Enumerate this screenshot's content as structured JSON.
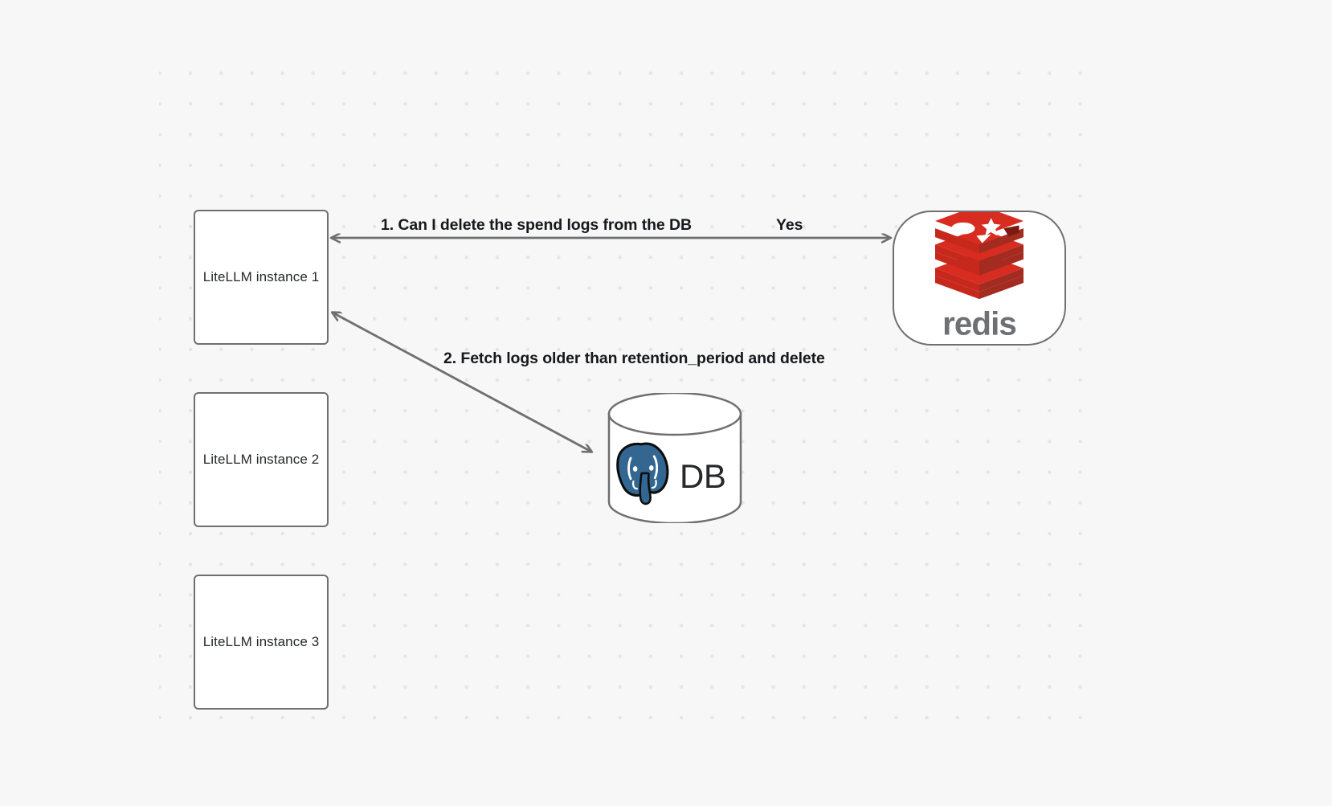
{
  "canvas": {
    "background_color": "#f7f7f8",
    "dot_color": "#e4e5e7",
    "stroke_color": "#6f6f6f"
  },
  "nodes": [
    {
      "id": "instance-1",
      "label": "LiteLLM instance 1",
      "type": "box"
    },
    {
      "id": "instance-2",
      "label": "LiteLLM instance 2",
      "type": "box"
    },
    {
      "id": "instance-3",
      "label": "LiteLLM instance 3",
      "type": "box"
    },
    {
      "id": "redis",
      "label": "redis",
      "type": "rounded-box",
      "logo": "redis-logo-icon",
      "brand_color": "#d82c20"
    },
    {
      "id": "db",
      "label": "DB",
      "type": "cylinder",
      "logo": "postgresql-elephant-icon",
      "brand_color": "#336791"
    }
  ],
  "edges": [
    {
      "id": "edge-1",
      "from": "instance-1",
      "to": "redis",
      "label": "1.  Can I delete the spend logs from the DB",
      "reply_label": "Yes",
      "arrowheads": "both"
    },
    {
      "id": "edge-2",
      "from": "instance-1",
      "to": "db",
      "label": "2.  Fetch logs older than retention_period and delete",
      "arrowheads": "both"
    }
  ],
  "labels": {
    "step_1": "1.  Can I delete the spend logs from the DB",
    "yes": "Yes",
    "step_2": "2.  Fetch logs older than retention_period and delete",
    "redis_wordmark": "redis",
    "db_text": "DB"
  }
}
